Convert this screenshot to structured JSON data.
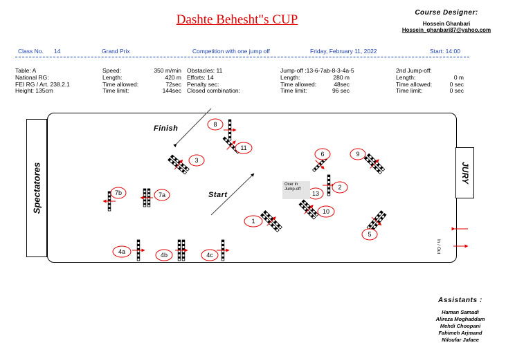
{
  "title": "Dashte Behesht\"s CUP",
  "designer": {
    "label": "Course Designer:",
    "name": "Hossein Ghanbari",
    "email": "Hossein_ghanbari87@yahoo.com"
  },
  "header": {
    "class_label": "Class No.",
    "class_no": "14",
    "event": "Grand Prix",
    "competition": "Competition with one jump off",
    "date": "Friday, February 11, 2022",
    "start": "Start: 14:00"
  },
  "info": {
    "col1": [
      "Table: A",
      "National RG:",
      "FEI RG / Art. 238.2.1",
      "Height: 135cm"
    ],
    "col2a": [
      "Speed:",
      "Length:",
      "Time allowed:",
      "Time limit:"
    ],
    "col2b": [
      "350 m/min",
      "420 m",
      "72sec",
      "144sec"
    ],
    "col3": [
      "Obstacles: 11",
      "Efforts: 14",
      "Penalty sec:",
      "Closed combination:"
    ],
    "col4a": [
      "Jump-off :13-6-7ab-8-3-4a-5",
      "Length:",
      "Time allowed:",
      "Time limit:"
    ],
    "col4b": [
      "",
      "280 m",
      "48sec",
      "96 sec"
    ],
    "col5a": [
      "2nd Jump-off:",
      "Length:",
      "Time allowed:",
      "Time limit:"
    ],
    "col5b": [
      "",
      "0 m",
      "0 sec",
      "0 sec"
    ]
  },
  "arena": {
    "spectators": "Spectatores",
    "jury": "JURY",
    "in_out": "In / Out",
    "finish": "Finish",
    "start": "Start",
    "oxer_note": "Oxer in Jump-off"
  },
  "obstacles": [
    "1",
    "2",
    "3",
    "4a",
    "4b",
    "4c",
    "5",
    "6",
    "7a",
    "7b",
    "8",
    "9",
    "10",
    "11",
    "13"
  ],
  "assistants": {
    "label": "Assistants :",
    "names": [
      "Haman Samadi",
      "Alireza Moghaddam",
      "Mehdi Choopani",
      "Fahimeh Arjmand",
      "Niloufar Jafaee"
    ]
  },
  "colors": {
    "title": "#e00000",
    "header": "#1a3fb0",
    "circle": "#e00000",
    "arrow": "#e00000"
  }
}
